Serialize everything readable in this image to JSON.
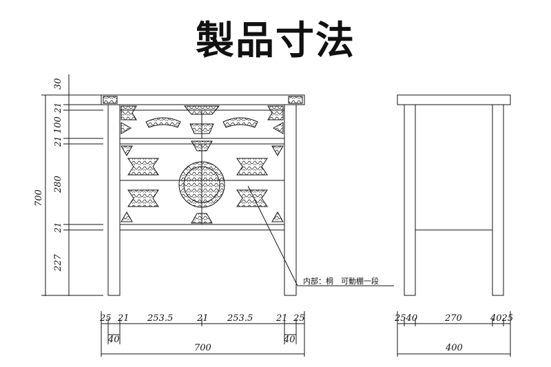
{
  "title": "製品寸法",
  "front_view": {
    "height_dims": [
      "30",
      "21",
      "100",
      "21",
      "280",
      "21",
      "227"
    ],
    "total_height": "700",
    "width_dims": [
      "25",
      "21",
      "253.5",
      "21",
      "253.5",
      "21",
      "25"
    ],
    "leg_dims": [
      "40",
      "40"
    ],
    "total_width": "700",
    "interior_note": "内部：桐　可動棚一段"
  },
  "side_view": {
    "width_dims": [
      "25",
      "40",
      "270",
      "40",
      "25"
    ],
    "width_dims_printed": [
      "2540",
      "270",
      "4025"
    ],
    "total_depth": "400"
  }
}
